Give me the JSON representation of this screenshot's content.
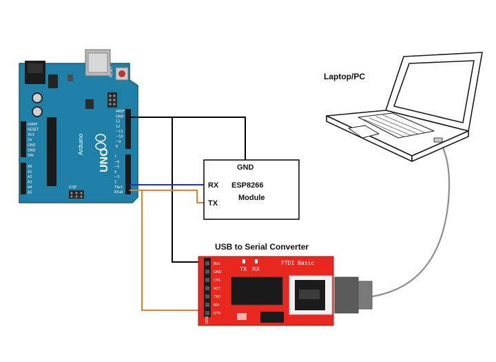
{
  "labels": {
    "laptop": "Laptop/PC",
    "esp_gnd": "GND",
    "esp_rx": "RX",
    "esp_tx": "TX",
    "esp_name_1": "ESP8266",
    "esp_name_2": "Module",
    "converter_title": "USB to Serial Converter"
  },
  "arduino": {
    "logo": "UNO",
    "brand": "Arduino",
    "power_pins": [
      "IOREF",
      "RESET",
      "3V3",
      "5V",
      "GND",
      "GND",
      "VIN"
    ],
    "analog_pins": [
      "A0",
      "A1",
      "A2",
      "A3",
      "A4",
      "A5"
    ],
    "digital_top": [
      "AREF",
      "GND",
      "13",
      "12",
      "~11",
      "~10",
      "~9",
      "8"
    ],
    "digital_bottom": [
      "7",
      "~6",
      "~5",
      "4",
      "~3",
      "2",
      "TX▸1",
      "RX◂0"
    ],
    "icsp": "ICSP",
    "reset": "RESET"
  },
  "ftdi": {
    "brand": "FTDI Basic",
    "tx": "TX",
    "rx": "RX",
    "header_pins": [
      "BLK",
      "GND",
      "CTS",
      "VCC",
      "TXO",
      "RXI",
      "DTR"
    ],
    "grn": "GRN"
  },
  "colors": {
    "arduino_board": "#1f7fa6",
    "ftdi_board": "#e8271e",
    "wire_gnd": "#000000",
    "wire_rx": "#1a2fd6",
    "wire_tx": "#f07e1e",
    "usb_cable": "#8c8c8c"
  }
}
